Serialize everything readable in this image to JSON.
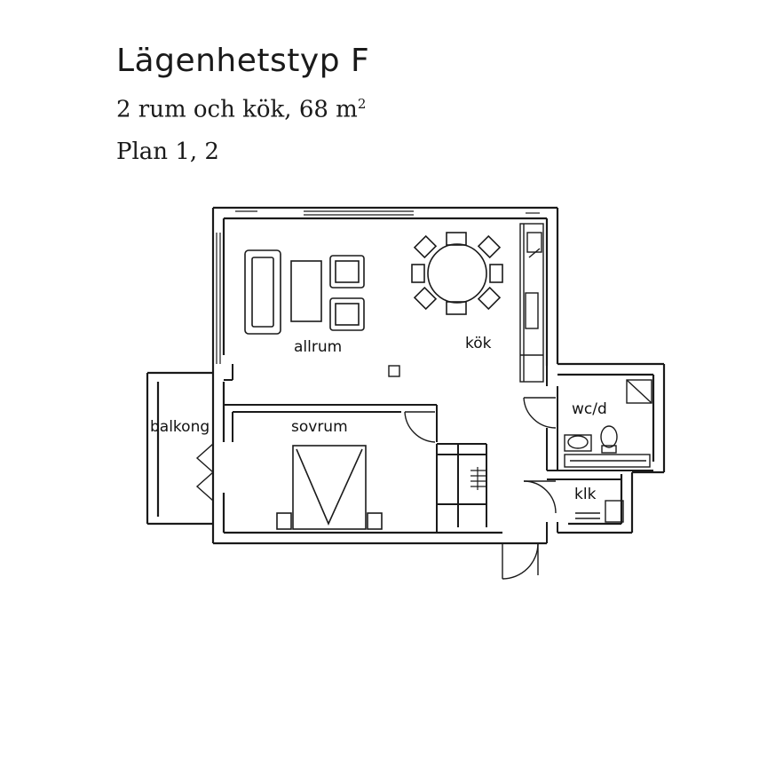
{
  "header": {
    "title": "Lägenhetstyp F",
    "rooms_text": "2 rum och kök, 68 m",
    "area_superscript": "2",
    "floor_text": "Plan 1, 2"
  },
  "rooms": {
    "allrum": "allrum",
    "kok": "kök",
    "balkong": "balkong",
    "sovrum": "sovrum",
    "wcd": "wc/d",
    "klk": "klk"
  }
}
